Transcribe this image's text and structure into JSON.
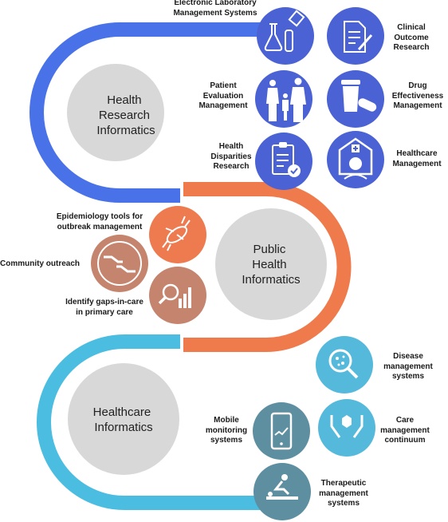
{
  "sections": {
    "research": {
      "title": [
        "Health",
        "Research",
        "Informatics"
      ],
      "color": "#4a72e8",
      "icon_color": "#4a62d4"
    },
    "public": {
      "title": [
        "Public",
        "Health",
        "Informatics"
      ],
      "color": "#ef7b4c",
      "icon_color": "#ee7a50",
      "icon_color_dark": "#c5846d"
    },
    "healthcare": {
      "title": [
        "Healthcare",
        "Informatics"
      ],
      "color": "#4bbde0",
      "icon_color": "#55b9db",
      "icon_color_dark": "#5d8fa0"
    },
    "circle_color": "#d8d8d8"
  },
  "items": {
    "elms": [
      "Electronic  Laboratory",
      "Management Systems"
    ],
    "clinical_outcome": [
      "Clinical",
      "Outcome",
      "Research"
    ],
    "patient_eval": [
      "Patient",
      "Evaluation",
      "Management"
    ],
    "drug_effect": [
      "Drug",
      "Effectiveness",
      "Management"
    ],
    "health_disparities": [
      "Health",
      "Disparities",
      "Research"
    ],
    "healthcare_mgmt": [
      "Healthcare",
      "Management"
    ],
    "epidemiology": [
      "Epidemiology tools for",
      "outbreak management"
    ],
    "community": [
      "Community outreach"
    ],
    "gaps": [
      "Identify gaps-in-care",
      "in primary care"
    ],
    "disease_mgmt": [
      "Disease",
      "management",
      "systems"
    ],
    "mobile": [
      "Mobile",
      "monitoring",
      "systems"
    ],
    "care_continuum": [
      "Care",
      "management",
      "continuum"
    ],
    "therapeutic": [
      "Therapeutic",
      "management",
      "systems"
    ]
  },
  "icons": {
    "elms": "lab-flask-icon",
    "clinical_outcome": "document-pen-icon",
    "patient_eval": "family-icon",
    "drug_effect": "pill-bottle-icon",
    "health_disparities": "clipboard-check-icon",
    "healthcare_mgmt": "nurse-icon",
    "epidemiology": "bacteria-icon",
    "community": "helping-hands-icon",
    "gaps": "magnifier-chart-icon",
    "disease_mgmt": "microscope-cells-icon",
    "mobile": "smartphone-chart-icon",
    "care_continuum": "hands-box-icon",
    "therapeutic": "therapy-massage-icon"
  }
}
